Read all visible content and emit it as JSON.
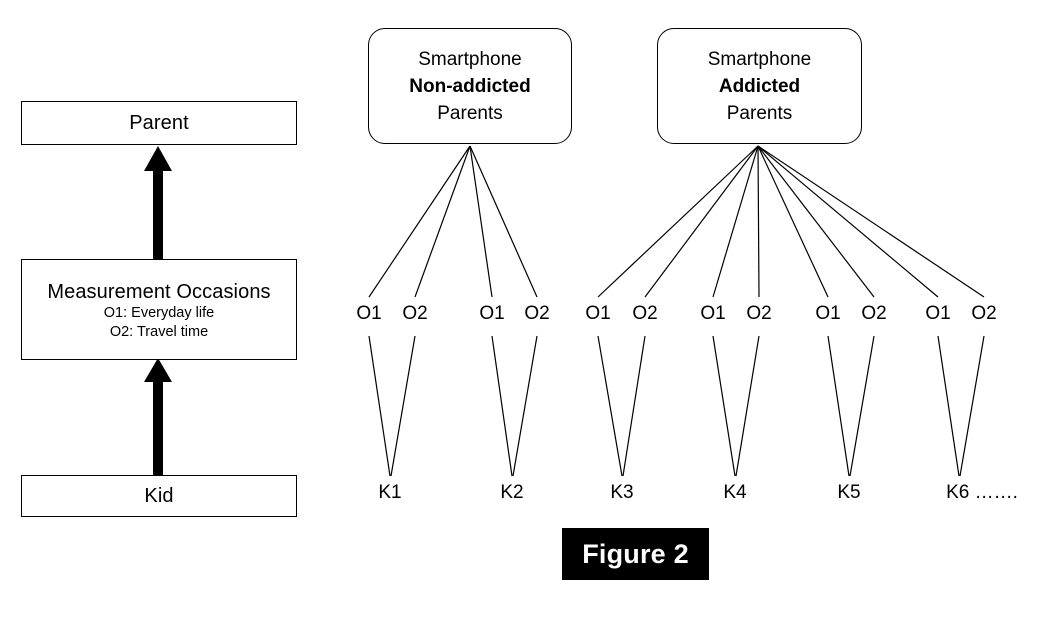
{
  "figure": {
    "caption": "Figure 2"
  },
  "left_hierarchy": {
    "levels": [
      {
        "id": "parent",
        "title": "Parent",
        "sublines": []
      },
      {
        "id": "measurement_occasions",
        "title": "Measurement Occasions",
        "sublines": [
          "O1: Everyday life",
          "O2: Travel time"
        ]
      },
      {
        "id": "kid",
        "title": "Kid",
        "sublines": []
      }
    ],
    "arrows": [
      {
        "from": "kid",
        "to": "measurement_occasions",
        "direction": "up"
      },
      {
        "from": "measurement_occasions",
        "to": "parent",
        "direction": "up"
      }
    ]
  },
  "right_diagram": {
    "groups": [
      {
        "id": "non-addicted",
        "line1": "Smartphone",
        "line2": "Non-addicted",
        "line3": "Parents",
        "kids": [
          "K1",
          "K2"
        ]
      },
      {
        "id": "addicted",
        "line1": "Smartphone",
        "line2": "Addicted",
        "line3": "Parents",
        "kids": [
          "K3",
          "K4",
          "K5",
          "K6 ……."
        ]
      }
    ],
    "occasion_labels": [
      "O1",
      "O2"
    ],
    "occasions_row": [
      "O1",
      "O2",
      "O1",
      "O2",
      "O1",
      "O2",
      "O1",
      "O2",
      "O1",
      "O2",
      "O1",
      "O2"
    ],
    "kid_row": [
      "K1",
      "K2",
      "K3",
      "K4",
      "K5",
      "K6 ……."
    ]
  },
  "colors": {
    "stroke": "#000000",
    "background": "#ffffff",
    "caption_bg": "#000000",
    "caption_fg": "#ffffff"
  }
}
